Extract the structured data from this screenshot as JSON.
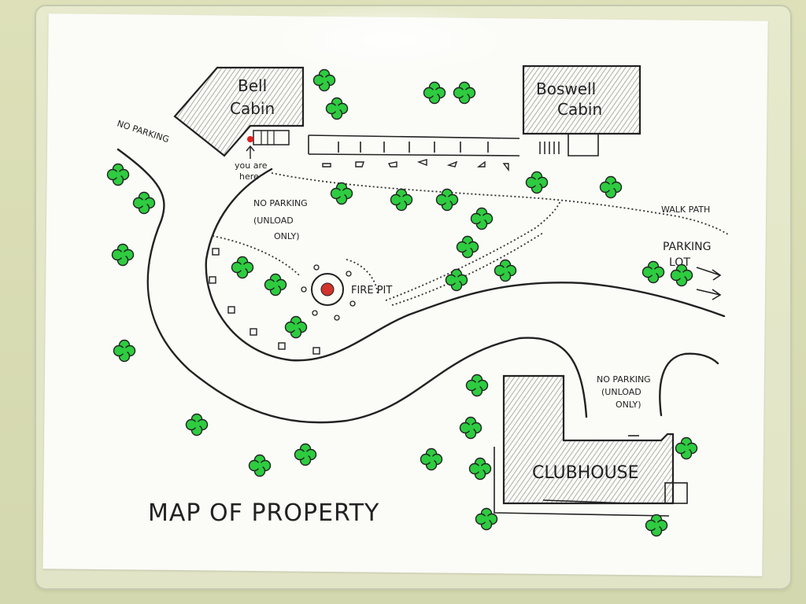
{
  "title": "MAP OF PROPERTY",
  "buildings": {
    "bell_cabin": [
      "Bell",
      "Cabin"
    ],
    "boswell_cabin": [
      "Boswell",
      "Cabin"
    ],
    "clubhouse": "CLUBHOUSE"
  },
  "labels": {
    "no_parking_top": "NO PARKING",
    "you_are_here": [
      "you are",
      "here"
    ],
    "no_parking_unload_left": [
      "NO PARKING",
      "(UNLOAD",
      "ONLY)"
    ],
    "fire_pit": "FIRE PIT",
    "walk_path": "WALK PATH",
    "parking_lot": [
      "PARKING",
      "LOT"
    ],
    "no_parking_unload_right": [
      "NO PARKING",
      "(UNLOAD",
      "ONLY)"
    ]
  },
  "colors": {
    "tree_fill": "#2ecc40",
    "ink": "#222222",
    "fire": "#d0342c",
    "marker": "#e02020",
    "shade": "#bdbdbd"
  }
}
